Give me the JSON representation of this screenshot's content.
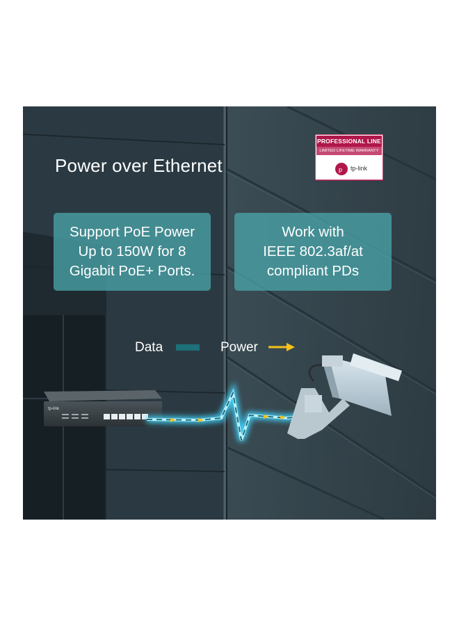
{
  "title": "Power over Ethernet",
  "panels": [
    {
      "text": "Support PoE Power\nUp to 150W for 8\nGigabit PoE+ Ports."
    },
    {
      "text": "Work with\nIEEE 802.3af/at\ncompliant PDs"
    }
  ],
  "badge": {
    "line": "PROFESSIONAL LINE",
    "subline": "LIMITED LIFETIME WARRANTY",
    "brand": "tp-link"
  },
  "legend": {
    "data_label": "Data",
    "power_label": "Power",
    "data_color": "#1d6f79",
    "power_color": "#f3c21b"
  },
  "switch_brand": "tp-link",
  "colors": {
    "panel": "#49a3a8",
    "cable_glow": "#3fd6ff",
    "badge_accent": "#b0174b",
    "building": "#2d3b42"
  }
}
